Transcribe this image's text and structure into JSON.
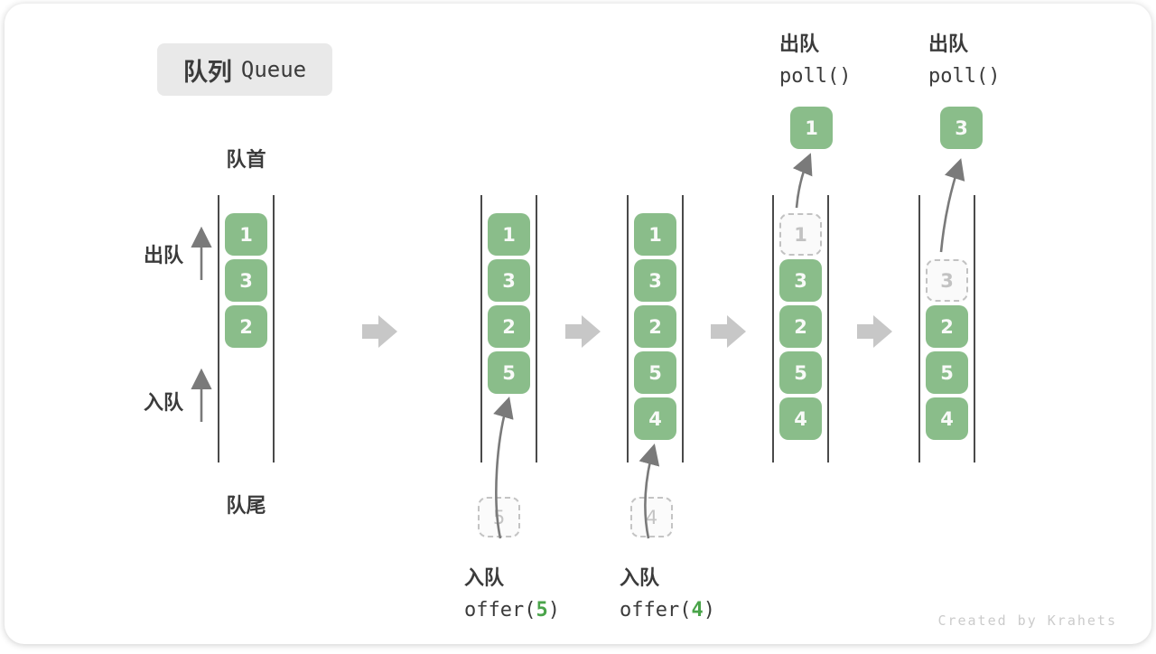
{
  "title": {
    "zh": "队列",
    "en": "Queue"
  },
  "side_labels": {
    "front": "队首",
    "rear": "队尾",
    "dequeue": "出队",
    "enqueue": "入队"
  },
  "poll_groups": [
    {
      "label_zh": "出队",
      "label_code": "poll()",
      "value": "1"
    },
    {
      "label_zh": "出队",
      "label_code": "poll()",
      "value": "3"
    }
  ],
  "offer_groups": [
    {
      "label_zh": "入队",
      "code_prefix": "offer(",
      "arg": "5",
      "code_suffix": ")"
    },
    {
      "label_zh": "入队",
      "code_prefix": "offer(",
      "arg": "4",
      "code_suffix": ")"
    }
  ],
  "staged_items": [
    {
      "value": "5"
    },
    {
      "value": "4"
    }
  ],
  "columns": [
    {
      "items": [
        {
          "slot": 1,
          "value": "1",
          "state": "filled"
        },
        {
          "slot": 2,
          "value": "3",
          "state": "filled"
        },
        {
          "slot": 3,
          "value": "2",
          "state": "filled"
        }
      ]
    },
    {
      "items": [
        {
          "slot": 1,
          "value": "1",
          "state": "filled"
        },
        {
          "slot": 2,
          "value": "3",
          "state": "filled"
        },
        {
          "slot": 3,
          "value": "2",
          "state": "filled"
        },
        {
          "slot": 4,
          "value": "5",
          "state": "filled"
        }
      ]
    },
    {
      "items": [
        {
          "slot": 1,
          "value": "1",
          "state": "filled"
        },
        {
          "slot": 2,
          "value": "3",
          "state": "filled"
        },
        {
          "slot": 3,
          "value": "2",
          "state": "filled"
        },
        {
          "slot": 4,
          "value": "5",
          "state": "filled"
        },
        {
          "slot": 5,
          "value": "4",
          "state": "filled"
        }
      ]
    },
    {
      "items": [
        {
          "slot": 1,
          "value": "1",
          "state": "removed"
        },
        {
          "slot": 2,
          "value": "3",
          "state": "filled"
        },
        {
          "slot": 3,
          "value": "2",
          "state": "filled"
        },
        {
          "slot": 4,
          "value": "5",
          "state": "filled"
        },
        {
          "slot": 5,
          "value": "4",
          "state": "filled"
        }
      ]
    },
    {
      "items": [
        {
          "slot": 2,
          "value": "3",
          "state": "removed"
        },
        {
          "slot": 3,
          "value": "2",
          "state": "filled"
        },
        {
          "slot": 4,
          "value": "5",
          "state": "filled"
        },
        {
          "slot": 5,
          "value": "4",
          "state": "filled"
        }
      ]
    }
  ],
  "watermark": "Created by Krahets",
  "colors": {
    "item_green": "#8abd8a",
    "accent_green": "#4aa44a",
    "title_bg": "#e9e9e9",
    "text_dark": "#3b3b3b",
    "dashed_gray": "#c4c4c4",
    "step_arrow_gray": "#c7c7c7",
    "thin_arrow_gray": "#7a7a7a",
    "rail_gray": "#4a4a4a",
    "watermark_gray": "#cbcbcb"
  }
}
